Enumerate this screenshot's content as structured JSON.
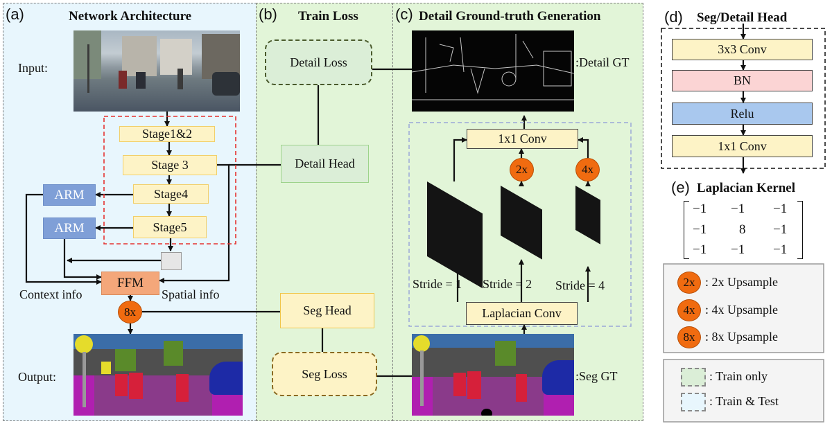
{
  "panel_a": {
    "tag": "(a)",
    "title": "Network Architecture",
    "input_label": "Input:",
    "output_label": "Output:",
    "stages": [
      "Stage1&2",
      "Stage 3",
      "Stage4",
      "Stage5"
    ],
    "arm": [
      "ARM",
      "ARM"
    ],
    "ffm": "FFM",
    "context_info": "Context info",
    "spatial_info": "Spatial info",
    "upsample": "8x"
  },
  "panel_b": {
    "tag": "(b)",
    "title": "Train Loss",
    "detail_loss": "Detail Loss",
    "detail_head": "Detail Head",
    "seg_head": "Seg Head",
    "seg_loss": "Seg Loss"
  },
  "panel_c": {
    "tag": "(c)",
    "title": "Detail Ground-truth Generation",
    "detail_gt": ":Detail GT",
    "seg_gt": ":Seg GT",
    "conv1x1": "1x1 Conv",
    "lap_conv": "Laplacian Conv",
    "up2": "2x",
    "up4": "4x",
    "strides": [
      "Stride = 1",
      "Stride = 2",
      "Stride = 4"
    ]
  },
  "panel_d": {
    "tag": "(d)",
    "title": "Seg/Detail Head",
    "layers": [
      "3x3 Conv",
      "BN",
      "Relu",
      "1x1 Conv"
    ]
  },
  "panel_e": {
    "tag": "(e)",
    "title": "Laplacian Kernel",
    "kernel": [
      [
        "−1",
        "−1",
        "−1"
      ],
      [
        "−1",
        "8",
        "−1"
      ],
      [
        "−1",
        "−1",
        "−1"
      ]
    ]
  },
  "legend": {
    "upsample": [
      {
        "badge": "2x",
        "text": ": 2x Upsample"
      },
      {
        "badge": "4x",
        "text": ": 4x Upsample"
      },
      {
        "badge": "8x",
        "text": ": 8x Upsample"
      }
    ],
    "train_only": ": Train only",
    "train_test": ": Train & Test"
  },
  "colors": {
    "train_test_bg": "#e8f6fd",
    "train_only_bg": "#e2f5d8",
    "stage_fill": "#fdf3c6",
    "arm_fill": "#7f9fd7",
    "ffm_fill": "#f4a77a",
    "upsample_fill": "#f06b10",
    "bn_fill": "#fbd4d4",
    "relu_fill": "#a9c8ee"
  }
}
